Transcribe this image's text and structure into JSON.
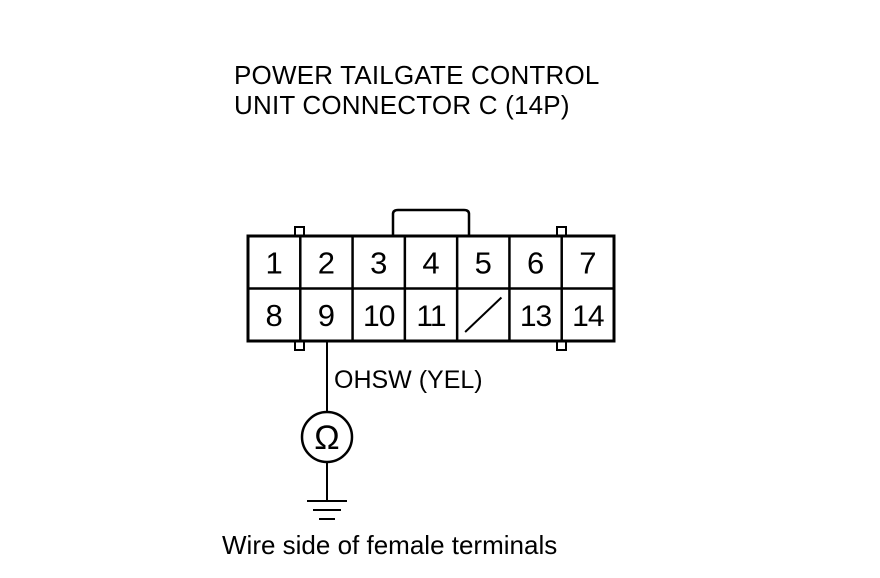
{
  "title": {
    "line1": "POWER TAILGATE CONTROL",
    "line2": "UNIT CONNECTOR C (14P)"
  },
  "connector": {
    "row1": [
      "1",
      "2",
      "3",
      "4",
      "5",
      "6",
      "7"
    ],
    "row2": [
      "8",
      "9",
      "10",
      "11",
      "",
      "13",
      "14"
    ],
    "unused_cavity_index": 4
  },
  "wire": {
    "label": "OHSW (YEL)",
    "terminal": "9"
  },
  "meter": {
    "symbol": "Ω",
    "icon": "ohmmeter-icon"
  },
  "ground": {
    "icon": "ground-icon"
  },
  "caption": "Wire side of female terminals"
}
